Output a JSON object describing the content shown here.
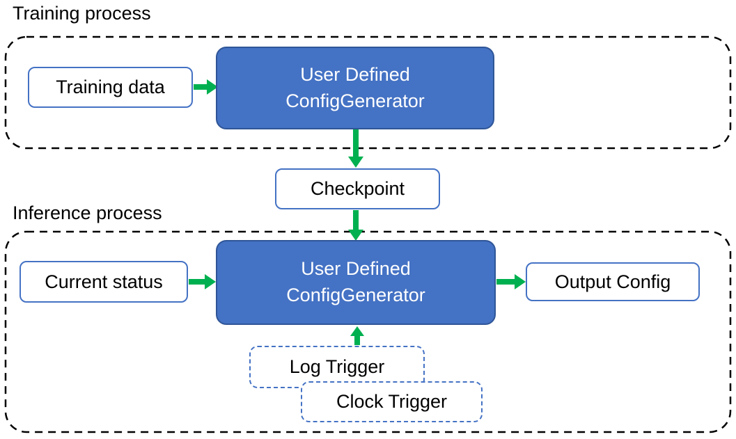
{
  "colors": {
    "generator_fill": "#4472C4",
    "generator_border": "#2F5597",
    "io_border": "#4472C4",
    "arrow_green": "#00B050",
    "container_border": "#000000",
    "text_dark": "#000000",
    "generator_text": "#FFFFFF"
  },
  "training": {
    "title": "Training process",
    "input_box": "Training data",
    "generator_line1": "User Defined",
    "generator_line2": "ConfigGenerator"
  },
  "checkpoint": {
    "label": "Checkpoint"
  },
  "inference": {
    "title": "Inference process",
    "input_box": "Current status",
    "generator_line1": "User Defined",
    "generator_line2": "ConfigGenerator",
    "output_box": "Output Config",
    "triggers": [
      "Log Trigger",
      "Clock Trigger"
    ]
  }
}
